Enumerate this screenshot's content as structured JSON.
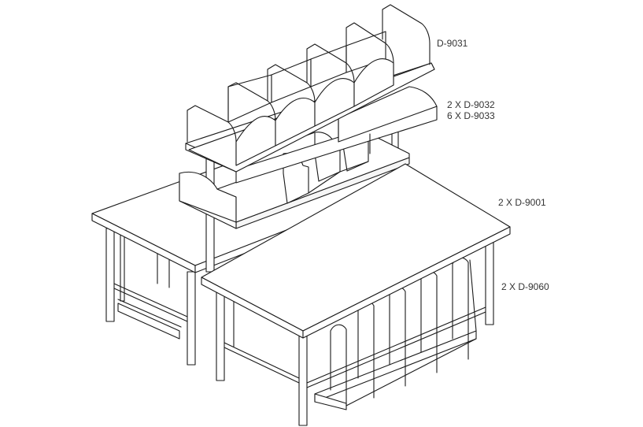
{
  "labels": {
    "upper_organizer": "D-9031",
    "middle_shelf_line1": "2 X D-9032",
    "middle_shelf_line2": "6 X D-9033",
    "tables": "2 X D-9001",
    "lower_dividers": "2 X D-9060"
  },
  "colors": {
    "line": "#1a1a1a",
    "label_text": "#333333",
    "background": "#ffffff"
  }
}
